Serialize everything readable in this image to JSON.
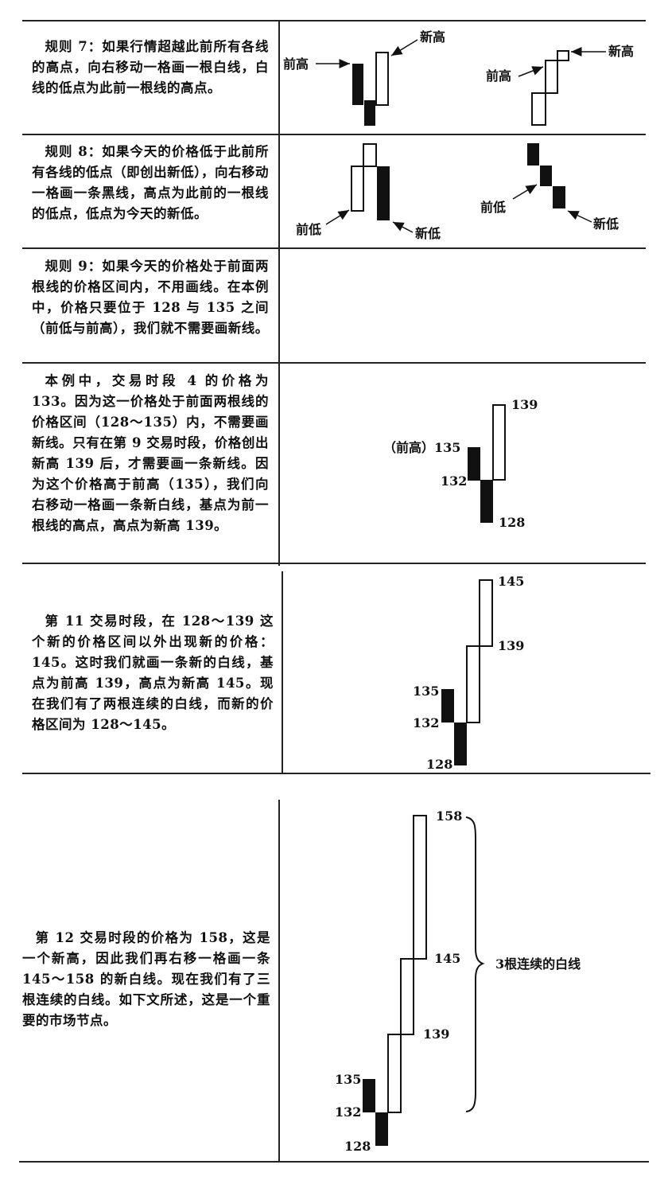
{
  "rows": [
    {
      "text": "规则 7：如果行情超越此前所有各线的高点，向右移动一格画一根白线，白线的低点为此前一根线的高点。",
      "labels": {
        "prev_high": "前高",
        "new_high_left": "新高",
        "prev_high_right": "前高",
        "new_high_right": "新高"
      }
    },
    {
      "text": "规则 8：如果今天的价格低于此前所有各线的低点（即创出新低），向右移动一格画一条黑线，高点为此前的一根线的低点，低点为今天的新低。",
      "labels": {
        "prev_low_left": "前低",
        "new_low_left": "新低",
        "prev_low_right": "前低",
        "new_low_right": "新低"
      }
    },
    {
      "text": "规则 9：如果今天的价格处于前面两根线的价格区间内，不用画线。在本例中，价格只要位于 128 与 135 之间（前低与前高），我们就不需要画新线。"
    },
    {
      "text": "本例中，交易时段 4 的价格为 133。因为这一价格处于前面两根线的价格区间（128～135）内，不需要画新线。只有在第 9 交易时段，价格创出新高 139 后，才需要画一条新线。因为这个价格高于前高（135），我们向右移动一格画一条新白线，基点为前一根线的高点，高点为新高 139。",
      "labels": {
        "prev_high_135": "（前高）135",
        "v132": "132",
        "v128": "128",
        "v139": "139"
      }
    },
    {
      "text": "第 11 交易时段，在 128～139 这个新的价格区间以外出现新的价格：145。这时我们就画一条新的白线，基点为前高 139，高点为新高 145。现在我们有了两根连续的白线，而新的价格区间为 128～145。",
      "labels": {
        "v145": "145",
        "v139": "139",
        "v135": "135",
        "v132": "132",
        "v128": "128"
      }
    },
    {
      "text": "第 12 交易时段的价格为 158，这是一个新高，因此我们再右移一格画一条 145～158 的新白线。现在我们有了三根连续的白线。如下文所述，这是一个重要的市场节点。",
      "labels": {
        "v158": "158",
        "v145": "145",
        "v139": "139",
        "v135": "135",
        "v132": "132",
        "v128": "128",
        "brace_label": "3根连续的白线"
      }
    }
  ],
  "colors": {
    "ink": "#111111",
    "paper": "#ffffff"
  }
}
